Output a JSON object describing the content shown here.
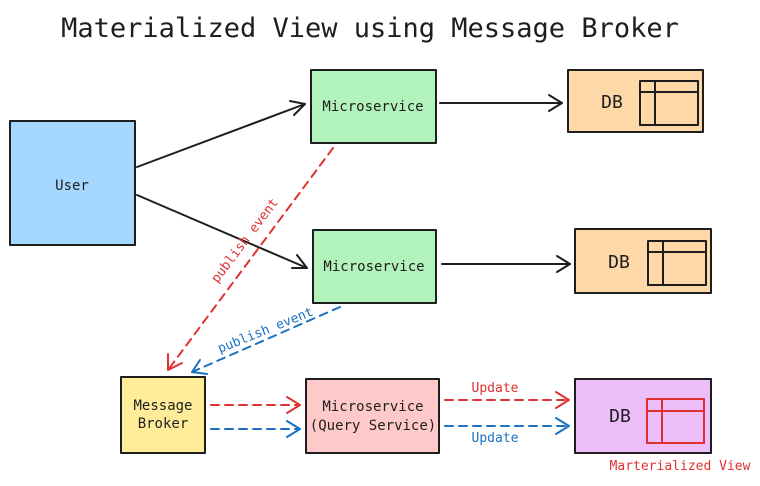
{
  "title": "Materialized View using Message Broker",
  "colors": {
    "user": "#a5d8ff",
    "microservice": "#b2f2bb",
    "db": "#ffd8a8",
    "broker": "#ffec99",
    "query_service": "#ffc9c9",
    "materialized_db": "#eebefa",
    "red": "#e03131",
    "blue": "#1971c2",
    "stroke": "#1e1e1e"
  },
  "nodes": {
    "user": "User",
    "microservice_1": "Microservice",
    "microservice_2": "Microservice",
    "db_1": "DB",
    "db_2": "DB",
    "broker_line1": "Message",
    "broker_line2": "Broker",
    "query_line1": "Microservice",
    "query_line2": "(Query Service)",
    "db_3": "DB"
  },
  "edge_labels": {
    "publish_red": "publish event",
    "publish_blue": "publish event",
    "update_red": "Update",
    "update_blue": "Update"
  },
  "annotations": {
    "materialized_view": "Marterialized View"
  }
}
